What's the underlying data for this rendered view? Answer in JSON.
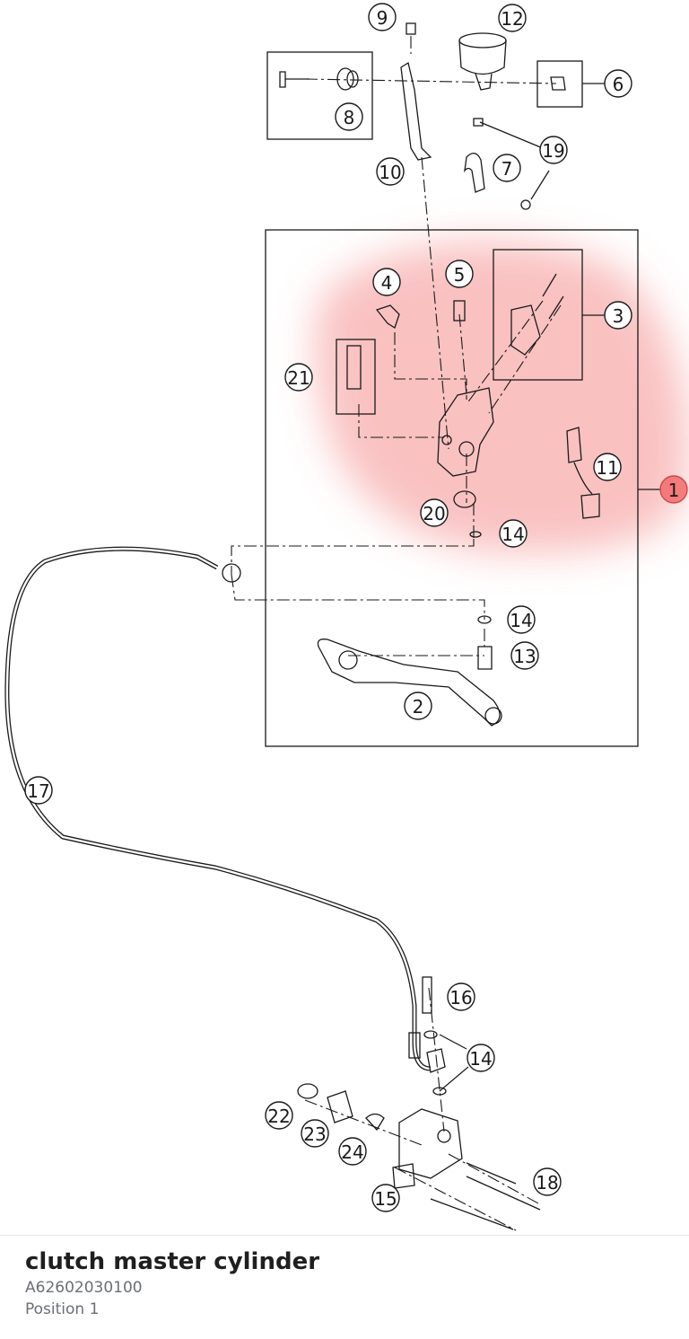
{
  "part": {
    "title": "clutch master cylinder",
    "number": "A62602030100",
    "position": "Position 1"
  },
  "diagram": {
    "highlight_color": "#f26b6b",
    "line_color": "#1a1a1a",
    "callouts": {
      "c1": "1",
      "c2": "2",
      "c3": "3",
      "c4": "4",
      "c5": "5",
      "c6": "6",
      "c7": "7",
      "c8": "8",
      "c9": "9",
      "c10": "10",
      "c11": "11",
      "c12": "12",
      "c13": "13",
      "c14a": "14",
      "c14b": "14",
      "c14c": "14",
      "c15": "15",
      "c16": "16",
      "c17": "17",
      "c18": "18",
      "c19": "19",
      "c20": "20",
      "c21": "21",
      "c22": "22",
      "c23": "23",
      "c24": "24"
    }
  }
}
